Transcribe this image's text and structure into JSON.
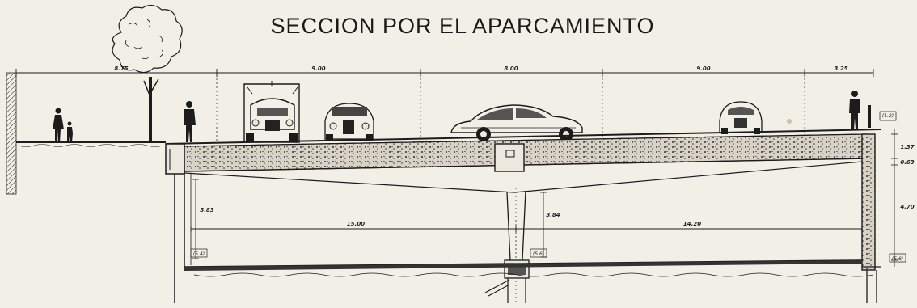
{
  "title": "SECCION POR EL APARCAMIENTO",
  "dimensions": {
    "sidewalk_width": "8.75",
    "lane_1": "9.00",
    "lane_2": "8.00",
    "lane_3": "9.00",
    "lane_4": "3.25",
    "span_left": "15.00",
    "span_right": "14.20",
    "clear_height_left": "3.83",
    "clear_height_center": "3.84",
    "slab_depth": "1.37",
    "slab_thin": "0.63",
    "height_right": "4.70"
  },
  "levels": {
    "top_right": "(1.2)",
    "bottom_left": "(5.4)",
    "bottom_center": "(5.6)",
    "bottom_right": "(5.6)"
  }
}
